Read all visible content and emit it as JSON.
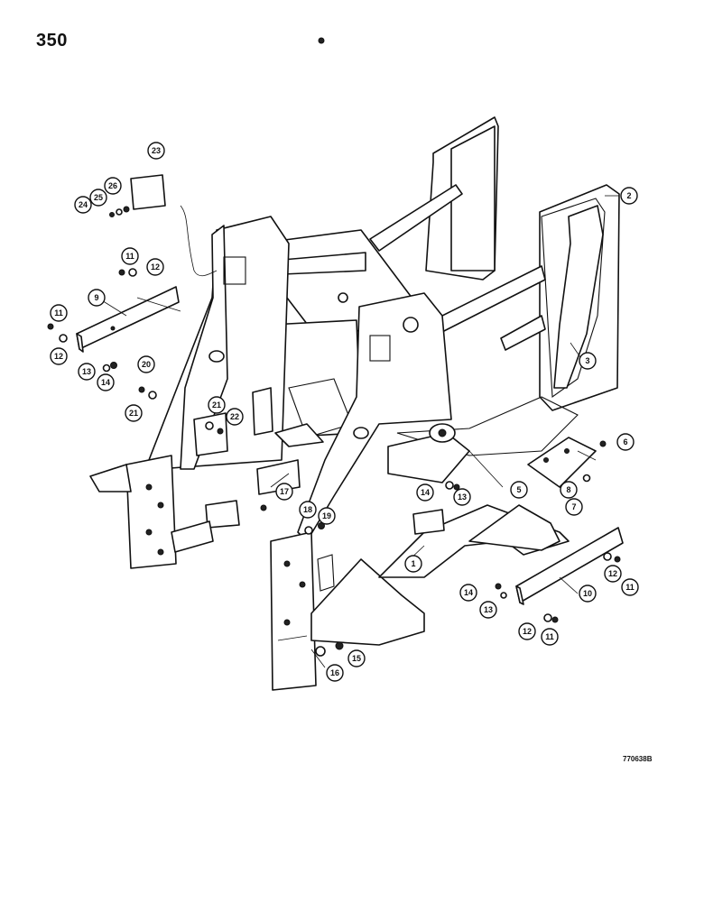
{
  "page": {
    "number": "350",
    "figure_code": "770638B"
  },
  "callouts": [
    "1",
    "2",
    "3",
    "5",
    "6",
    "7",
    "8",
    "9",
    "10",
    "11",
    "12",
    "13",
    "14",
    "15",
    "16",
    "17",
    "18",
    "19",
    "20",
    "21",
    "22",
    "23",
    "24",
    "25",
    "26"
  ]
}
